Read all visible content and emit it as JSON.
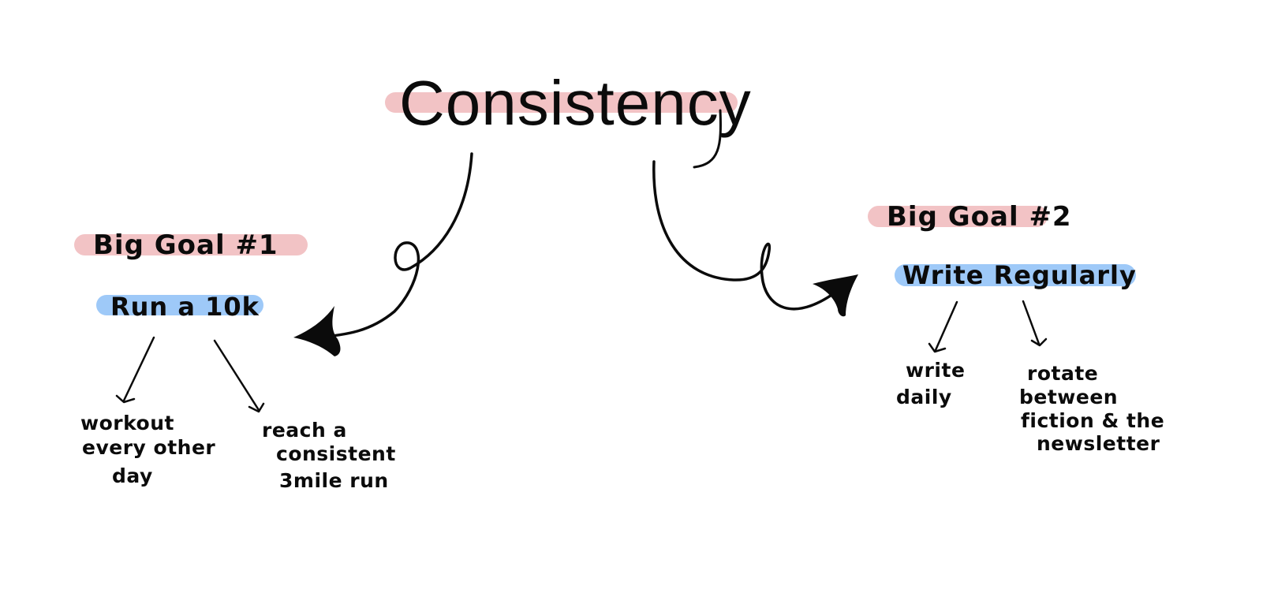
{
  "title": "Consistency",
  "colors": {
    "pink_highlight": "#f2c3c5",
    "blue_highlight": "#9ec9f8",
    "ink": "#0b0b0b",
    "background": "#ffffff"
  },
  "goals": [
    {
      "label": "Big Goal #1",
      "subgoal": "Run a 10k",
      "leaves": [
        {
          "lines": [
            "workout",
            "every other",
            "day"
          ]
        },
        {
          "lines": [
            "reach a",
            "consistent",
            "3mile run"
          ]
        }
      ]
    },
    {
      "label": "Big Goal #2",
      "subgoal": "Write Regularly",
      "leaves": [
        {
          "lines": [
            "write",
            "daily"
          ]
        },
        {
          "lines": [
            "rotate",
            "between",
            "fiction & the",
            "newsletter"
          ]
        }
      ]
    }
  ]
}
